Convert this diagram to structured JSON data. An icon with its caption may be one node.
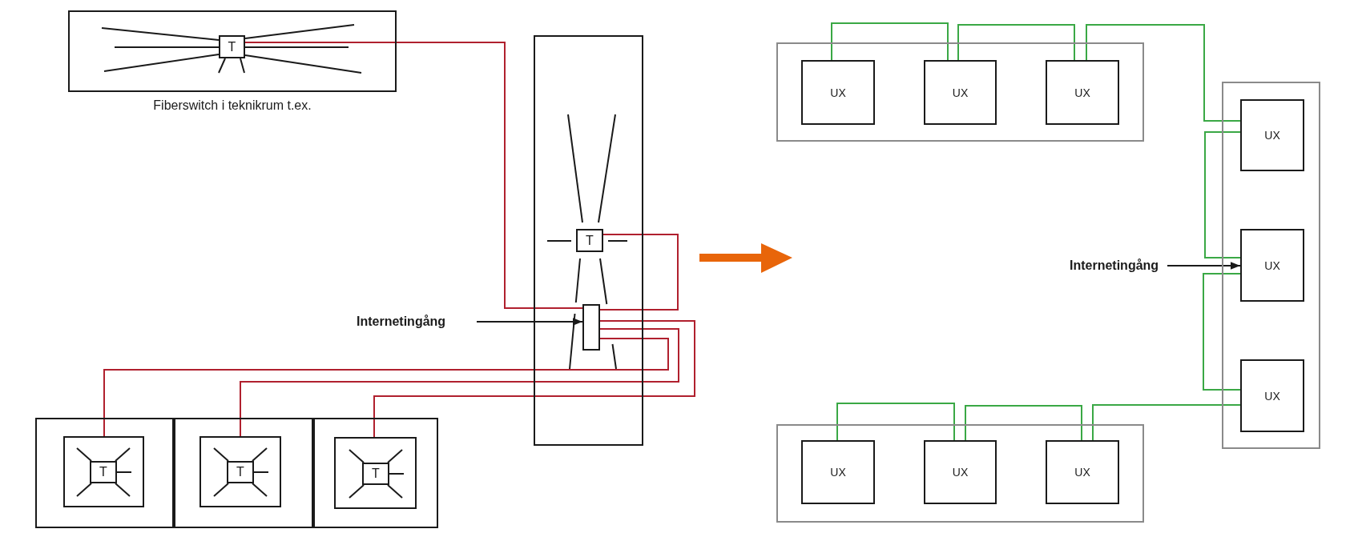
{
  "diagram": {
    "nodes": [
      {
        "text": [],
        "shape": "box",
        "beside": [
          "Fiberswitch i teknikrum t.ex."
        ]
      },
      {
        "text": [
          "T"
        ],
        "in": 0
      },
      {
        "text": [],
        "shape": "box"
      },
      {
        "text": [
          "T"
        ],
        "in": 2
      },
      {
        "text": [],
        "shape": "box",
        "in": 2
      },
      {
        "text": [
          "Internetingång"
        ]
      },
      {
        "text": [],
        "shape": "box"
      },
      {
        "text": [],
        "shape": "box",
        "in": 6
      },
      {
        "text": [
          "T"
        ],
        "in": 7
      },
      {
        "text": [],
        "shape": "box"
      },
      {
        "text": [],
        "shape": "box",
        "in": 9
      },
      {
        "text": [
          "T"
        ],
        "in": 10
      },
      {
        "text": [],
        "shape": "box"
      },
      {
        "text": [],
        "shape": "box",
        "in": 12
      },
      {
        "text": [
          "T"
        ],
        "in": 13
      },
      {
        "text": [],
        "shape": "box"
      },
      {
        "text": [
          "UX"
        ],
        "in": 15
      },
      {
        "text": [
          "UX"
        ],
        "in": 15
      },
      {
        "text": [
          "UX"
        ],
        "in": 15
      },
      {
        "text": [],
        "shape": "box"
      },
      {
        "text": [
          "UX"
        ],
        "in": 19
      },
      {
        "text": [
          "UX"
        ],
        "in": 19
      },
      {
        "text": [
          "UX"
        ],
        "in": 19
      },
      {
        "text": [
          "Internetingång"
        ]
      },
      {
        "text": [],
        "shape": "box"
      },
      {
        "text": [
          "UX"
        ],
        "in": 24
      },
      {
        "text": [
          "UX"
        ],
        "in": 24
      },
      {
        "text": [
          "UX"
        ],
        "in": 24
      }
    ],
    "edges": [
      {
        "from": 1,
        "to": 4,
        "arrow": "none",
        "color": "#b0202e"
      },
      {
        "from": 3,
        "to": 4,
        "arrow": "none",
        "color": "#b0202e"
      },
      {
        "from": 4,
        "to": 13,
        "arrow": "none",
        "color": "#b0202e"
      },
      {
        "from": 4,
        "to": 10,
        "arrow": "none",
        "color": "#b0202e"
      },
      {
        "from": 4,
        "to": 7,
        "arrow": "none",
        "color": "#b0202e"
      },
      {
        "from": 5,
        "to": 4,
        "arrow": "to",
        "color": "#1a1a1a"
      },
      {
        "from": 16,
        "to": 17,
        "arrow": "none"
      },
      {
        "from": 17,
        "to": 18,
        "arrow": "none"
      },
      {
        "from": 18,
        "to": 20,
        "arrow": "none"
      },
      {
        "from": 20,
        "to": 21,
        "arrow": "none"
      },
      {
        "from": 23,
        "to": 21,
        "arrow": "to",
        "color": "#1a1a1a"
      },
      {
        "from": 21,
        "to": 22,
        "arrow": "none"
      },
      {
        "from": 22,
        "to": 27,
        "arrow": "none"
      },
      {
        "from": 27,
        "to": 26,
        "arrow": "none"
      },
      {
        "from": 26,
        "to": 25,
        "arrow": "none"
      }
    ]
  }
}
